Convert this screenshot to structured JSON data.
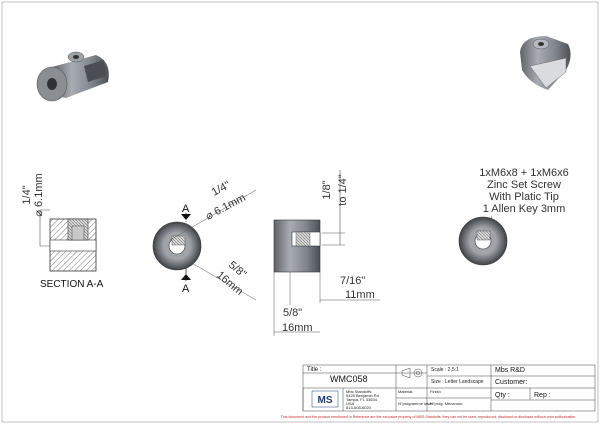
{
  "drawing": {
    "section_label": "SECTION A-A",
    "section_mark": "A",
    "dims": {
      "left_dia_in": "1/4\"",
      "left_dia_mm": "⌀ 6.1mm",
      "front_dia_in": "1/4\"",
      "front_dia_mm": "⌀ 6.1mm",
      "front_od_in": "5/8\"",
      "front_od_mm": "16mm",
      "side_height_top": "1/8\"",
      "side_height_bottom": "to 1/4\"",
      "side_inner_in": "7/16\"",
      "side_inner_mm": "11mm",
      "side_outer_in": "5/8\"",
      "side_outer_mm": "16mm"
    },
    "note_lines": [
      "1xM6x8 + 1xM6x6",
      "Zinc Set Screw",
      "With Platic Tip",
      "1 Allen Key 3mm"
    ]
  },
  "title_block": {
    "title_label": "Title :",
    "title_value": "WMC058",
    "scale": "Scale : 2,5:1",
    "size": "Size : Letter Landscape",
    "material": "Material:",
    "finish": "Finish",
    "program_label": "N°programme laser:",
    "prog_mecanum": "N°prog. Mécanum.",
    "company": "Mbs R&D",
    "customer": "Customer:",
    "qty": "Qty :",
    "rep": "Rep :",
    "logo_text": "MS",
    "address": [
      "Mbs Standoffs",
      "5425 Benjamin Rd",
      "Tampa, FL 33634",
      "USA",
      "813-608-6020"
    ],
    "disclaimer": "This document and the product mentioned in Reference are the exclusive property of MBS-Standoffs, they can not be used, reproduced, disclosed or disclosed without prior authorization"
  }
}
